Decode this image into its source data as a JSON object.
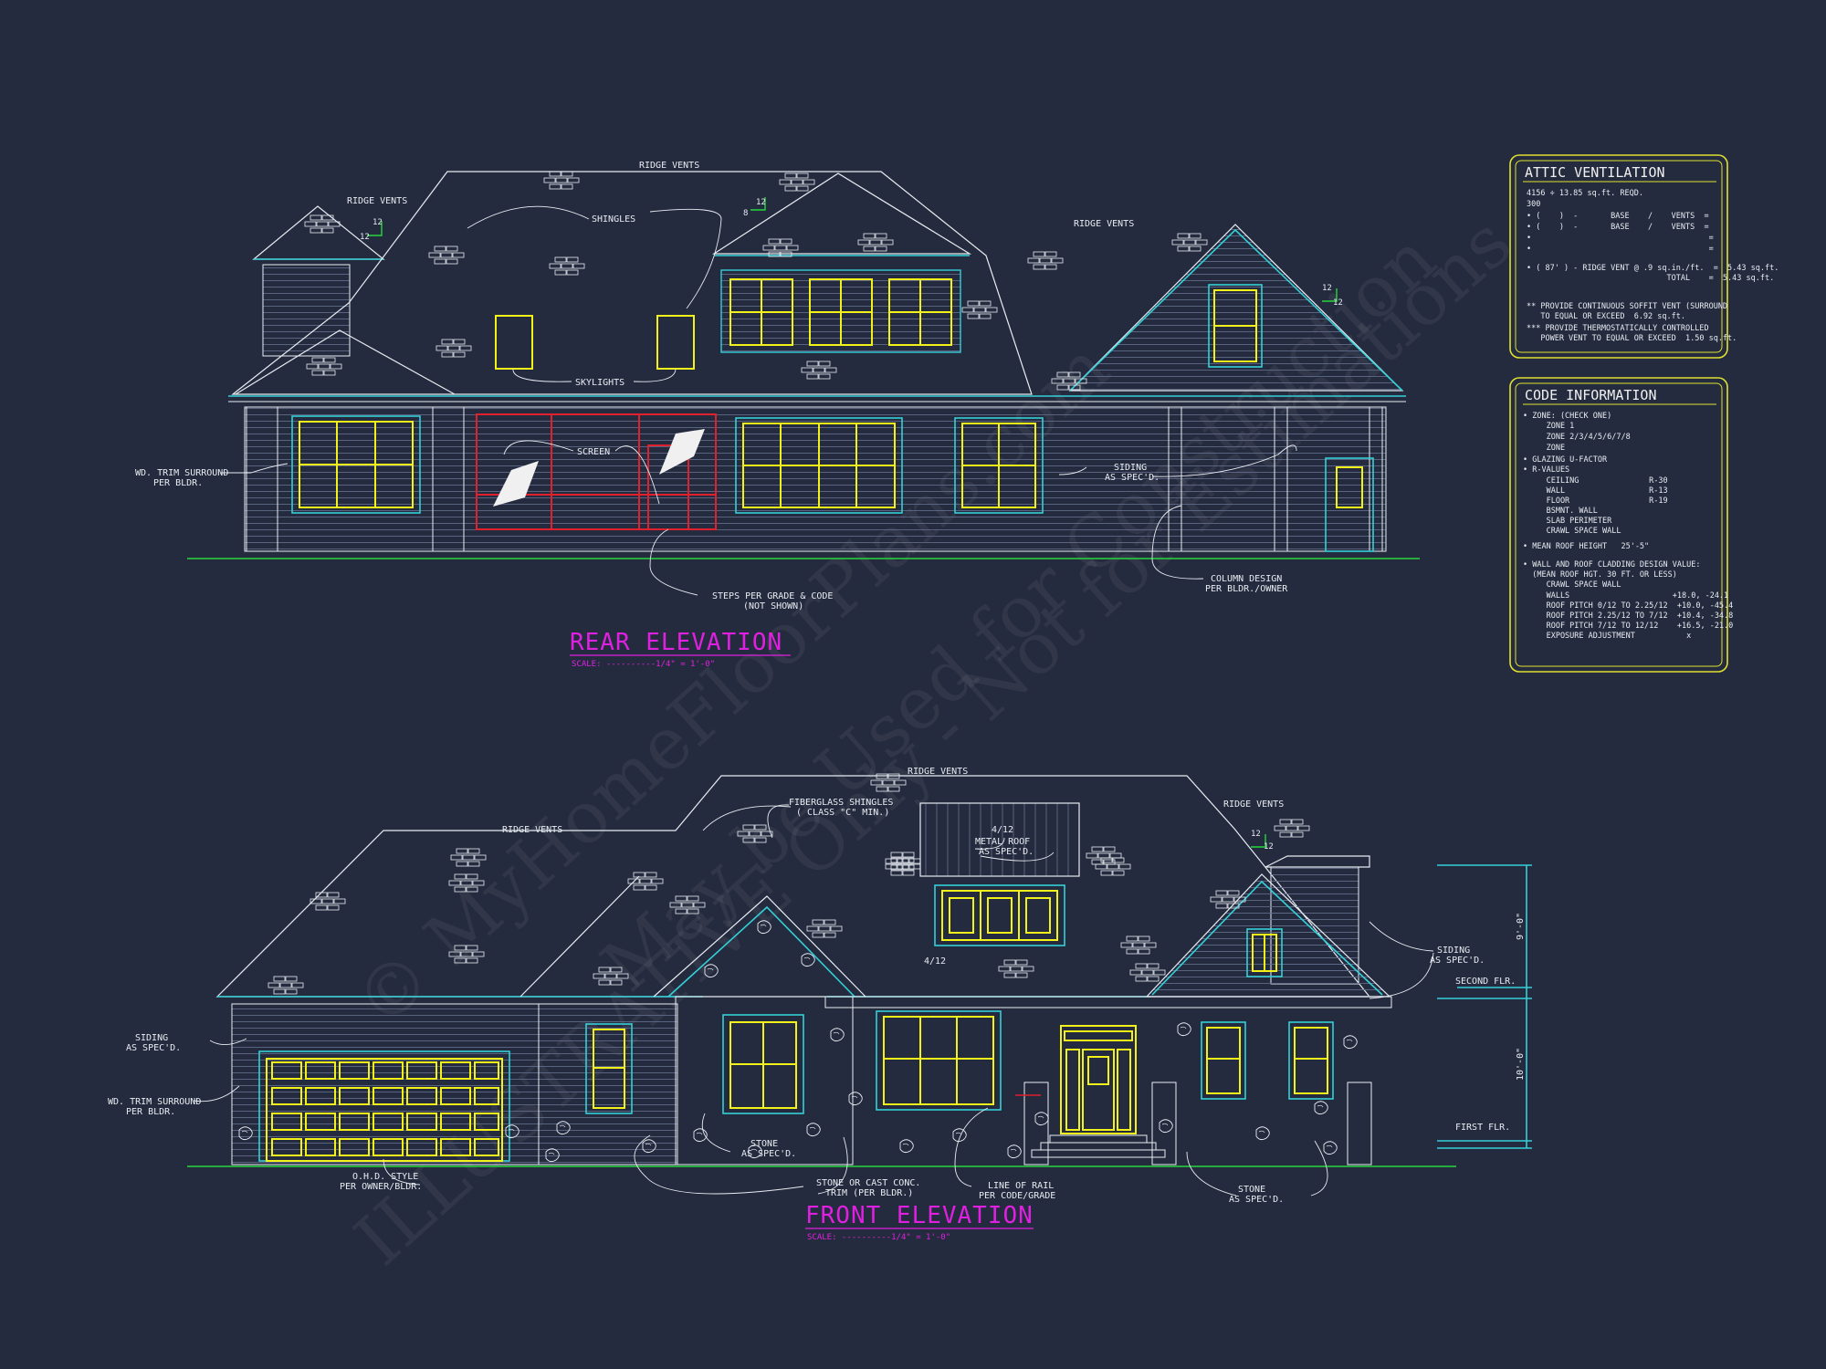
{
  "rear": {
    "title": "REAR ELEVATION",
    "scale": "SCALE: ----------1/4\" = 1'-0\"",
    "notes": {
      "ridge_vents_top": "RIDGE VENTS",
      "ridge_vents_left": "RIDGE VENTS",
      "ridge_vents_right": "RIDGE VENTS",
      "shingles": "SHINGLES",
      "skylights": "SKYLIGHTS",
      "screen": "SCREEN",
      "trim_1": "WD. TRIM SURROUND",
      "trim_2": "PER BLDR.",
      "siding_1": "SIDING",
      "siding_2": "AS SPEC'D.",
      "steps_1": "STEPS PER GRADE & CODE",
      "steps_2": "(NOT SHOWN)",
      "column_1": "COLUMN DESIGN",
      "column_2": "PER BLDR./OWNER"
    },
    "pitches": {
      "a": "12",
      "b": "12",
      "c": "8",
      "d": "12",
      "e": "12",
      "f": "12"
    }
  },
  "front": {
    "title": "FRONT ELEVATION",
    "scale": "SCALE: ----------1/4\" = 1'-0\"",
    "notes": {
      "ridge_vents_top": "RIDGE VENTS",
      "ridge_vents_left": "RIDGE VENTS",
      "ridge_vents_right": "RIDGE VENTS",
      "fiberglass_1": "FIBERGLASS SHINGLES",
      "fiberglass_2": "( CLASS \"C\" MIN.)",
      "metal_1": "4/12",
      "metal_2": "METAL ROOF",
      "metal_3": "AS SPEC'D.",
      "pitch_412": "4/12",
      "siding_left_1": "SIDING",
      "siding_left_2": "AS SPEC'D.",
      "trim_1": "WD. TRIM SURROUND",
      "trim_2": "PER BLDR.",
      "ohd_1": "O.H.D. STYLE",
      "ohd_2": "PER OWNER/BLDR.",
      "stone_mid_1": "STONE",
      "stone_mid_2": "AS SPEC'D.",
      "stonecast_1": "STONE OR CAST CONC.",
      "stonecast_2": "TRIM (PER BLDR.)",
      "rail_1": "LINE OF RAIL",
      "rail_2": "PER CODE/GRADE",
      "stone_right_1": "STONE",
      "stone_right_2": "AS SPEC'D.",
      "siding_right_1": "SIDING",
      "siding_right_2": "AS SPEC'D.",
      "second_flr": "SECOND FLR.",
      "first_flr": "FIRST FLR.",
      "dim_upper": "9'-0\"",
      "dim_lower": "10'-0\""
    },
    "pitches": {
      "a": "12",
      "b": "12"
    }
  },
  "attic": {
    "title": "ATTIC VENTILATION",
    "lines": [
      "4156  ÷  13.85 sq.ft. REQD.",
      "300",
      "• (    )  -       BASE    /    VENTS  =",
      "• (    )  -       BASE    /    VENTS  =",
      "•                                      =",
      "•                                      =",
      "• ( 87' ) - RIDGE VENT @ .9 sq.in./ft.  =  5.43 sq.ft.",
      "                              TOTAL    =  5.43 sq.ft.",
      "",
      "** PROVIDE CONTINUOUS SOFFIT VENT (SURROUND",
      "   TO EQUAL OR EXCEED  6.92 sq.ft.",
      "*** PROVIDE THERMOSTATICALLY CONTROLLED",
      "   POWER VENT TO EQUAL OR EXCEED  1.50 sq.ft."
    ]
  },
  "code": {
    "title": "CODE INFORMATION",
    "lines": [
      "• ZONE: (CHECK ONE)",
      "     ZONE 1",
      "     ZONE 2/3/4/5/6/7/8",
      "     ZONE",
      "• GLAZING U-FACTOR",
      "• R-VALUES",
      "     CEILING               R-30",
      "     WALL                  R-13",
      "     FLOOR                 R-19",
      "     BSMNT. WALL",
      "     SLAB PERIMETER",
      "     CRAWL SPACE WALL",
      "",
      "• MEAN ROOF HEIGHT   25'-5\"",
      "",
      "• WALL AND ROOF CLADDING DESIGN VALUE:",
      "  (MEAN ROOF HGT. 30 FT. OR LESS)",
      "     CRAWL SPACE WALL",
      "     WALLS                      +18.0, -24.1",
      "     ROOF PITCH 0/12 TO 2.25/12  +10.0, -45.4",
      "     ROOF PITCH 2.25/12 TO 7/12  +10.4, -34.8",
      "     ROOF PITCH 7/12 TO 12/12    +16.5, -21.0",
      "     EXPOSURE ADJUSTMENT           x"
    ]
  },
  "watermark": {
    "line1": "© MyHomeFloorPlans.com",
    "line2": "May be Used for Construction",
    "line3": "ILLUSTRATIVE Only - Not for Estimations"
  }
}
